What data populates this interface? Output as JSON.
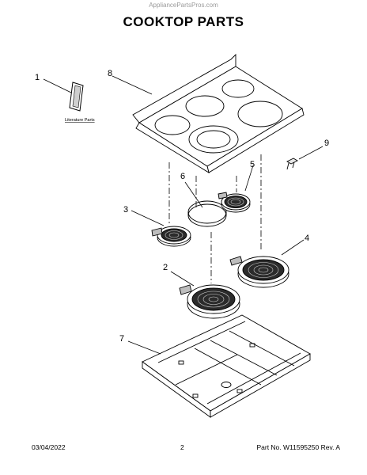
{
  "watermark": "AppliancePartsPros.com",
  "title": "COOKTOP PARTS",
  "callouts": {
    "c1": "1",
    "c2": "2",
    "c3": "3",
    "c4": "4",
    "c5": "5",
    "c6": "6",
    "c7": "7",
    "c8": "8",
    "c9": "9"
  },
  "literature_label": "Literature Parts",
  "footer": {
    "date": "03/04/2022",
    "page": "2",
    "part": "Part No. W11595250  Rev. A"
  }
}
